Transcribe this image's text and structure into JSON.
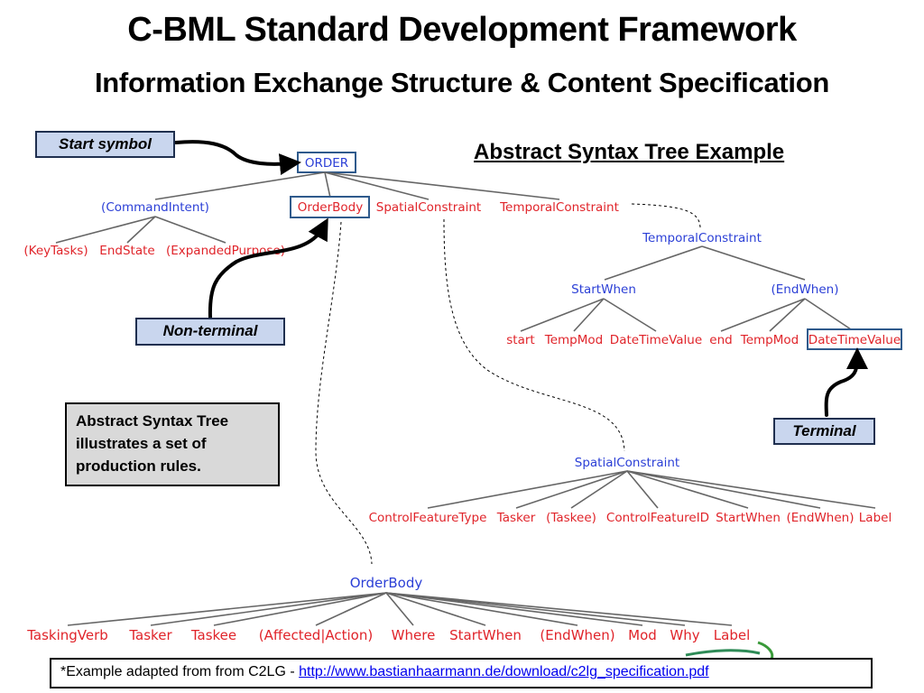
{
  "title": "C-BML Standard Development Framework",
  "subtitle": "Information Exchange Structure & Content Specification",
  "heading": "Abstract Syntax Tree Example",
  "callouts": {
    "start_symbol": "Start symbol",
    "non_terminal": "Non-terminal",
    "terminal": "Terminal"
  },
  "note": "Abstract Syntax Tree illustrates a set of production rules.",
  "footer": {
    "prefix": "*Example adapted from from C2LG - ",
    "link_text": "http://www.bastianhaarmann.de/download/c2lg_specification.pdf"
  },
  "tree": {
    "root": "ORDER",
    "root_children": [
      "(CommandIntent)",
      "OrderBody",
      "SpatialConstraint",
      "TemporalConstraint"
    ],
    "command_intent_children": [
      "(KeyTasks)",
      "EndState",
      "(ExpandedPurpose)"
    ],
    "temporal": {
      "node": "TemporalConstraint",
      "children": [
        "StartWhen",
        "(EndWhen)"
      ],
      "startwhen_children": [
        "start",
        "TempMod",
        "DateTimeValue"
      ],
      "endwhen_children": [
        "end",
        "TempMod",
        "DateTimeValue"
      ]
    },
    "spatial": {
      "node": "SpatialConstraint",
      "children": [
        "ControlFeatureType",
        "Tasker",
        "(Taskee)",
        "ControlFeatureID",
        "StartWhen",
        "(EndWhen)",
        "Label"
      ]
    },
    "orderbody": {
      "node": "OrderBody",
      "children": [
        "TaskingVerb",
        "Tasker",
        "Taskee",
        "(Affected|Action)",
        "Where",
        "StartWhen",
        "(EndWhen)",
        "Mod",
        "Why",
        "Label"
      ]
    }
  },
  "colors": {
    "non_terminal": "#2b3fd6",
    "terminal": "#e0242a",
    "callout_fill": "#c9d6ee"
  }
}
